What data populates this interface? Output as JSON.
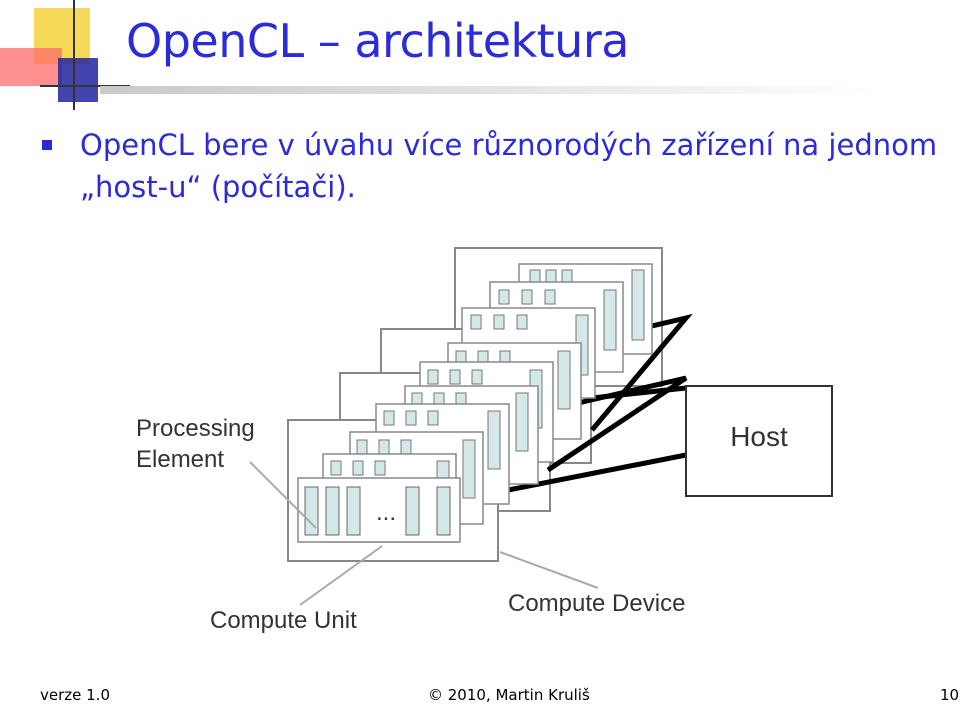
{
  "slide": {
    "title": "OpenCL – architektura",
    "bullet_text": "OpenCL bere v úvahu více různorodých zařízení na jednom „host-u“ (počítači)."
  },
  "diagram": {
    "labels": {
      "processing_element_line1": "Processing",
      "processing_element_line2": "Element",
      "host": "Host",
      "ellipsis": "...",
      "compute_unit": "Compute Unit",
      "compute_device": "Compute Device"
    }
  },
  "footer": {
    "version": "verze 1.0",
    "copyright": "© 2010, Martin Kruliš",
    "page_number": "10"
  },
  "colors": {
    "title_blue": "#2b2bd9",
    "processing_element_fill": "#d5e8e8",
    "box_gray": "#808080"
  }
}
